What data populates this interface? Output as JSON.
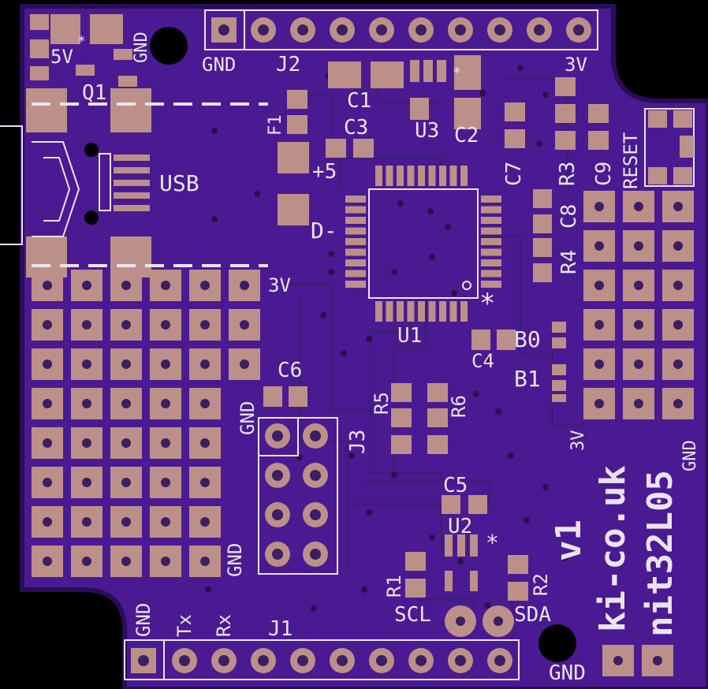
{
  "board": {
    "colors": {
      "substrate": "#4a1a92",
      "copper_fill": "#3f1786",
      "pad": "#bc9088",
      "silk": "#e9e4f2",
      "background": "#000000"
    },
    "labels": {
      "five_v": "5V",
      "gnd_top_left": "GND",
      "q1": "Q1",
      "f1": "F1",
      "usb": "USB",
      "plus5": "+5",
      "d_minus": "D-",
      "three_v_left": "3V",
      "gnd_j2": "GND",
      "j2": "J2",
      "three_v_j2": "3V",
      "c1": "C1",
      "c2": "C2",
      "c3": "C3",
      "u3": "U3",
      "c7": "C7",
      "r3": "R3",
      "c9": "C9",
      "reset": "RESET",
      "c8": "C8",
      "r4": "R4",
      "u1": "U1",
      "c4": "C4",
      "b0": "B0",
      "b1": "B1",
      "c6": "C6",
      "gnd_mid": "GND",
      "j3": "J3",
      "r5": "R5",
      "r6": "R6",
      "c5": "C5",
      "u2": "U2",
      "r1": "R1",
      "r2": "R2",
      "scl": "SCL",
      "sda": "SDA",
      "gnd_left_bottom": "GND",
      "gnd_j1": "GND",
      "tx": "Tx",
      "rx": "Rx",
      "j1": "J1",
      "gnd_bottom_right": "GND",
      "three_v_right": "3V",
      "gnd_right": "GND",
      "v1": "v1",
      "site": "ki-co.uk",
      "board_name": "nit32L05"
    }
  }
}
